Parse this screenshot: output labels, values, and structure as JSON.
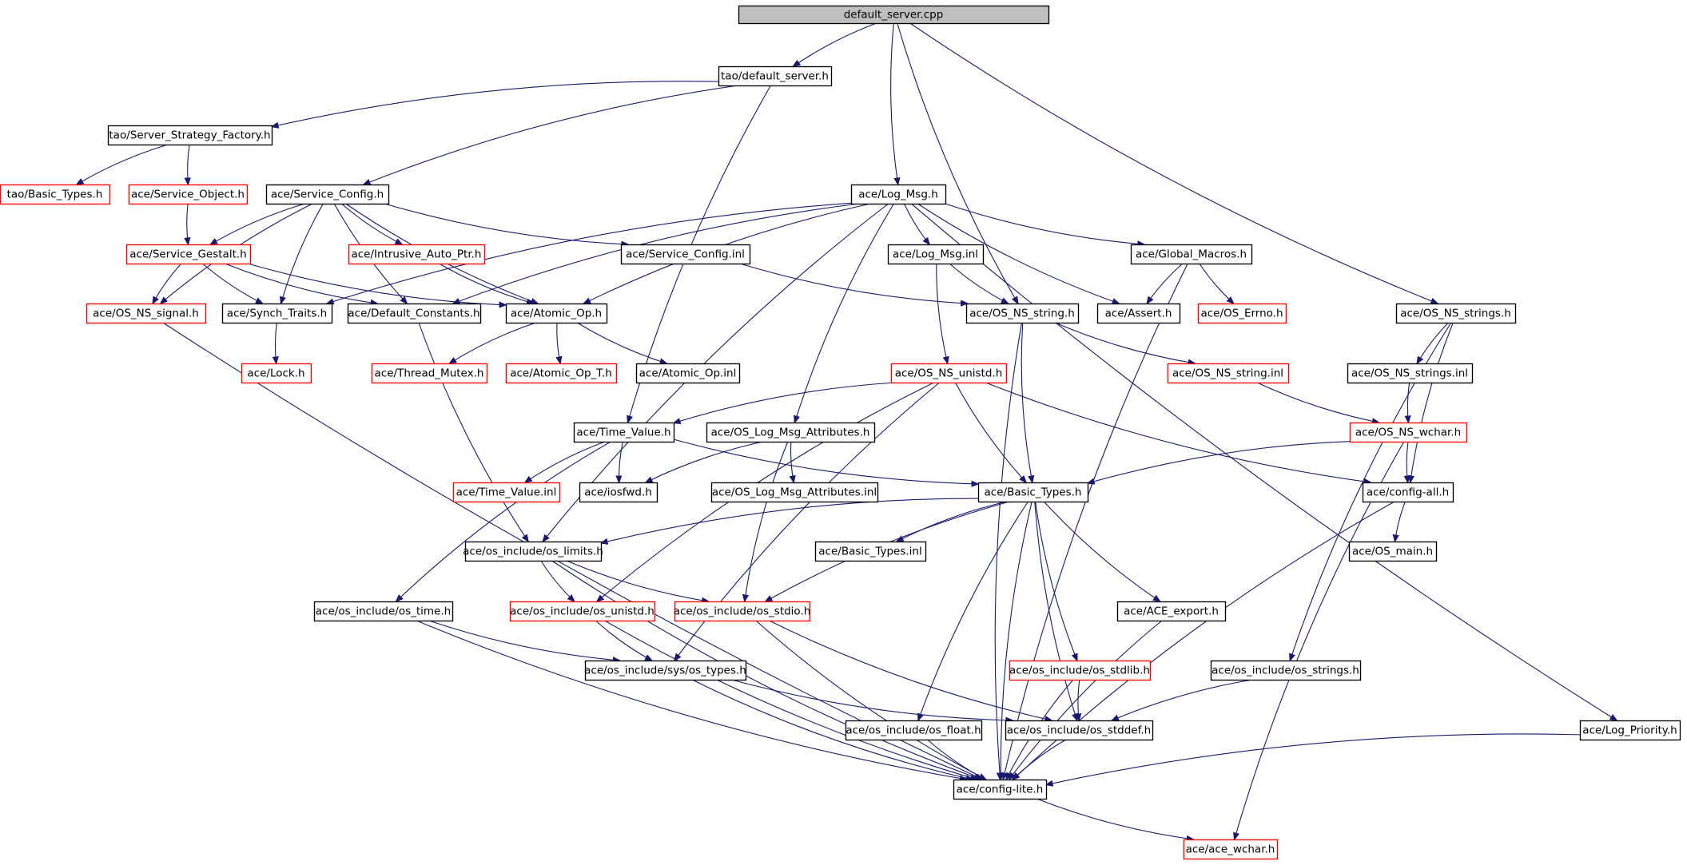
{
  "diagram": {
    "title": "default_server.cpp",
    "edge_color": "#191970",
    "normal_border_color": "#000000",
    "missing_border_color": "#ff0000",
    "root_fill_color": "#bfbfbf",
    "nodes": [
      {
        "id": "root",
        "label": "default_server.cpp",
        "style": "root"
      },
      {
        "id": "tds",
        "label": "tao/default_server.h",
        "style": "normal"
      },
      {
        "id": "tssf",
        "label": "tao/Server_Strategy_Factory.h",
        "style": "normal"
      },
      {
        "id": "tbt",
        "label": "tao/Basic_Types.h",
        "style": "missing"
      },
      {
        "id": "aso",
        "label": "ace/Service_Object.h",
        "style": "missing"
      },
      {
        "id": "asc",
        "label": "ace/Service_Config.h",
        "style": "normal"
      },
      {
        "id": "alm",
        "label": "ace/Log_Msg.h",
        "style": "normal"
      },
      {
        "id": "asg",
        "label": "ace/Service_Gestalt.h",
        "style": "missing"
      },
      {
        "id": "aiap",
        "label": "ace/Intrusive_Auto_Ptr.h",
        "style": "missing"
      },
      {
        "id": "asci",
        "label": "ace/Service_Config.inl",
        "style": "normal"
      },
      {
        "id": "almi",
        "label": "ace/Log_Msg.inl",
        "style": "normal"
      },
      {
        "id": "agm",
        "label": "ace/Global_Macros.h",
        "style": "normal"
      },
      {
        "id": "aonsig",
        "label": "ace/OS_NS_signal.h",
        "style": "missing"
      },
      {
        "id": "ast",
        "label": "ace/Synch_Traits.h",
        "style": "normal"
      },
      {
        "id": "adc",
        "label": "ace/Default_Constants.h",
        "style": "normal"
      },
      {
        "id": "aao",
        "label": "ace/Atomic_Op.h",
        "style": "normal"
      },
      {
        "id": "aonss",
        "label": "ace/OS_NS_string.h",
        "style": "normal"
      },
      {
        "id": "aas",
        "label": "ace/Assert.h",
        "style": "normal"
      },
      {
        "id": "aoe",
        "label": "ace/OS_Errno.h",
        "style": "missing"
      },
      {
        "id": "aonsstrs",
        "label": "ace/OS_NS_strings.h",
        "style": "normal"
      },
      {
        "id": "alock",
        "label": "ace/Lock.h",
        "style": "missing"
      },
      {
        "id": "atm",
        "label": "ace/Thread_Mutex.h",
        "style": "missing"
      },
      {
        "id": "aaot",
        "label": "ace/Atomic_Op_T.h",
        "style": "missing"
      },
      {
        "id": "aaoi",
        "label": "ace/Atomic_Op.inl",
        "style": "normal"
      },
      {
        "id": "aonsu",
        "label": "ace/OS_NS_unistd.h",
        "style": "missing"
      },
      {
        "id": "aonssi",
        "label": "ace/OS_NS_string.inl",
        "style": "missing"
      },
      {
        "id": "aonsstrsi",
        "label": "ace/OS_NS_strings.inl",
        "style": "normal"
      },
      {
        "id": "atv",
        "label": "ace/Time_Value.h",
        "style": "normal"
      },
      {
        "id": "aolma",
        "label": "ace/OS_Log_Msg_Attributes.h",
        "style": "normal"
      },
      {
        "id": "aonsw",
        "label": "ace/OS_NS_wchar.h",
        "style": "missing"
      },
      {
        "id": "atvi",
        "label": "ace/Time_Value.inl",
        "style": "missing"
      },
      {
        "id": "aiosfwd",
        "label": "ace/iosfwd.h",
        "style": "normal"
      },
      {
        "id": "aolmai",
        "label": "ace/OS_Log_Msg_Attributes.inl",
        "style": "normal"
      },
      {
        "id": "abt",
        "label": "ace/Basic_Types.h",
        "style": "normal"
      },
      {
        "id": "aca",
        "label": "ace/config-all.h",
        "style": "normal"
      },
      {
        "id": "aoil",
        "label": "ace/os_include/os_limits.h",
        "style": "normal"
      },
      {
        "id": "abti",
        "label": "ace/Basic_Types.inl",
        "style": "normal"
      },
      {
        "id": "aom",
        "label": "ace/OS_main.h",
        "style": "normal"
      },
      {
        "id": "aoit",
        "label": "ace/os_include/os_time.h",
        "style": "normal"
      },
      {
        "id": "aoiu",
        "label": "ace/os_include/os_unistd.h",
        "style": "missing"
      },
      {
        "id": "aois",
        "label": "ace/os_include/os_stdio.h",
        "style": "missing"
      },
      {
        "id": "aae",
        "label": "ace/ACE_export.h",
        "style": "normal"
      },
      {
        "id": "aoist",
        "label": "ace/os_include/sys/os_types.h",
        "style": "normal"
      },
      {
        "id": "aoisl",
        "label": "ace/os_include/os_stdlib.h",
        "style": "missing"
      },
      {
        "id": "aoistrs",
        "label": "ace/os_include/os_strings.h",
        "style": "normal"
      },
      {
        "id": "aoif",
        "label": "ace/os_include/os_float.h",
        "style": "normal"
      },
      {
        "id": "aoisd",
        "label": "ace/os_include/os_stddef.h",
        "style": "normal"
      },
      {
        "id": "alp",
        "label": "ace/Log_Priority.h",
        "style": "normal"
      },
      {
        "id": "acl",
        "label": "ace/config-lite.h",
        "style": "normal"
      },
      {
        "id": "aaw",
        "label": "ace/ace_wchar.h",
        "style": "missing"
      }
    ],
    "edges": [
      [
        "root",
        "tds"
      ],
      [
        "root",
        "alm"
      ],
      [
        "root",
        "aonss"
      ],
      [
        "root",
        "aonsstrs"
      ],
      [
        "tds",
        "tssf"
      ],
      [
        "tds",
        "asc"
      ],
      [
        "tds",
        "atv"
      ],
      [
        "tssf",
        "tbt"
      ],
      [
        "tssf",
        "aso"
      ],
      [
        "aso",
        "asg"
      ],
      [
        "asc",
        "asg"
      ],
      [
        "asc",
        "aiap"
      ],
      [
        "asc",
        "asci"
      ],
      [
        "asc",
        "aonsig"
      ],
      [
        "asc",
        "ast"
      ],
      [
        "asc",
        "adc"
      ],
      [
        "asc",
        "aao"
      ],
      [
        "asg",
        "aonsig"
      ],
      [
        "asg",
        "ast"
      ],
      [
        "asg",
        "adc"
      ],
      [
        "asg",
        "aao"
      ],
      [
        "aiap",
        "aao"
      ],
      [
        "asci",
        "aonss"
      ],
      [
        "alm",
        "almi"
      ],
      [
        "alm",
        "agm"
      ],
      [
        "alm",
        "aas"
      ],
      [
        "alm",
        "alp"
      ],
      [
        "alm",
        "ast"
      ],
      [
        "alm",
        "adc"
      ],
      [
        "alm",
        "aao"
      ],
      [
        "alm",
        "aolma"
      ],
      [
        "alm",
        "aoil"
      ],
      [
        "almi",
        "aonss"
      ],
      [
        "almi",
        "aonsu"
      ],
      [
        "agm",
        "aas"
      ],
      [
        "agm",
        "aoe"
      ],
      [
        "agm",
        "acl"
      ],
      [
        "aonsig",
        "acl"
      ],
      [
        "ast",
        "alock"
      ],
      [
        "adc",
        "aoil"
      ],
      [
        "aao",
        "atm"
      ],
      [
        "aao",
        "aaot"
      ],
      [
        "aao",
        "aaoi"
      ],
      [
        "aonss",
        "aonssi"
      ],
      [
        "aonss",
        "abt"
      ],
      [
        "aonss",
        "acl"
      ],
      [
        "aonsstrs",
        "aonsstrsi"
      ],
      [
        "aonsstrs",
        "aca"
      ],
      [
        "aonsstrs",
        "aoistrs"
      ],
      [
        "aonssi",
        "aonsw"
      ],
      [
        "aonsstrsi",
        "aonsw"
      ],
      [
        "aonsu",
        "atv"
      ],
      [
        "aonsu",
        "abt"
      ],
      [
        "aonsu",
        "aca"
      ],
      [
        "aonsu",
        "aoiu"
      ],
      [
        "aonsu",
        "aoist"
      ],
      [
        "atv",
        "atvi"
      ],
      [
        "atv",
        "aiosfwd"
      ],
      [
        "atv",
        "abt"
      ],
      [
        "atv",
        "aoit"
      ],
      [
        "aolma",
        "aiosfwd"
      ],
      [
        "aolma",
        "aolmai"
      ],
      [
        "aolma",
        "aois"
      ],
      [
        "aonsw",
        "abt"
      ],
      [
        "aonsw",
        "aca"
      ],
      [
        "aonsw",
        "aaw"
      ],
      [
        "abt",
        "aoil"
      ],
      [
        "abt",
        "abti"
      ],
      [
        "abt",
        "aae"
      ],
      [
        "abt",
        "aoisl"
      ],
      [
        "abt",
        "aoif"
      ],
      [
        "abt",
        "aoisd"
      ],
      [
        "abt",
        "acl"
      ],
      [
        "abt",
        "aois"
      ],
      [
        "aca",
        "aom"
      ],
      [
        "aca",
        "acl"
      ],
      [
        "aoil",
        "aoiu"
      ],
      [
        "aoil",
        "aois"
      ],
      [
        "aoil",
        "acl"
      ],
      [
        "aoit",
        "aoist"
      ],
      [
        "aoit",
        "acl"
      ],
      [
        "aoiu",
        "aoist"
      ],
      [
        "aoiu",
        "acl"
      ],
      [
        "aois",
        "aoisd"
      ],
      [
        "aois",
        "acl"
      ],
      [
        "aae",
        "acl"
      ],
      [
        "aoist",
        "aoisd"
      ],
      [
        "aoist",
        "acl"
      ],
      [
        "aoisl",
        "aoisd"
      ],
      [
        "aoisl",
        "acl"
      ],
      [
        "aoistrs",
        "aoisd"
      ],
      [
        "aoif",
        "acl"
      ],
      [
        "aoisd",
        "acl"
      ],
      [
        "alp",
        "acl"
      ],
      [
        "acl",
        "aaw"
      ]
    ]
  }
}
